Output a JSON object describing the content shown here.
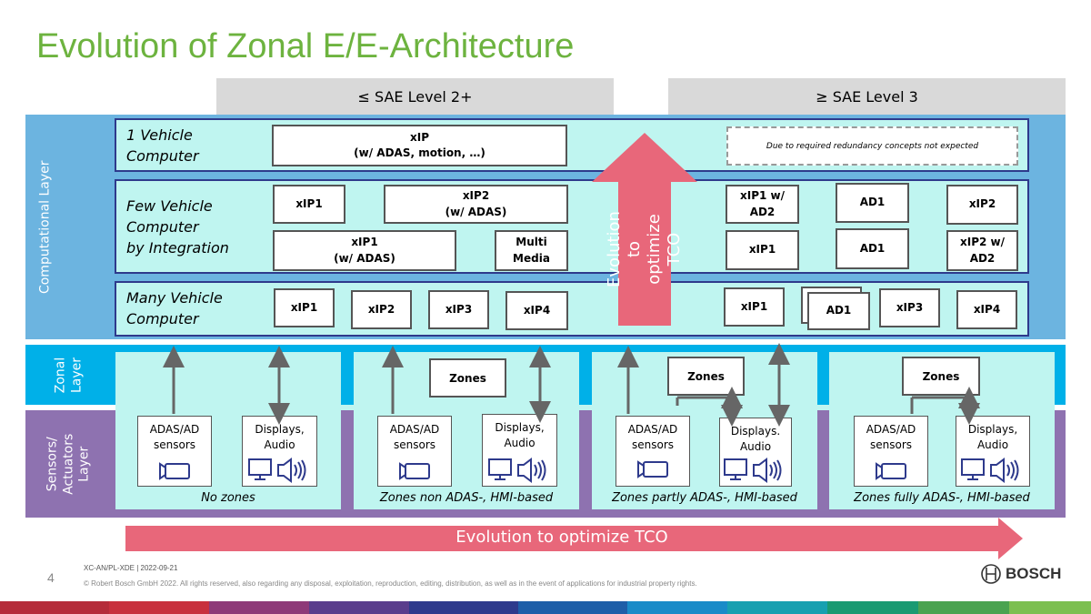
{
  "title": "Evolution of Zonal E/E-Architecture",
  "headers": {
    "left": "≤ SAE Level 2+",
    "right": "≥ SAE Level 3"
  },
  "layers": {
    "computational": "Computational Layer",
    "zonal": "Zonal\nLayer",
    "sensors": "Sensors/\nActuators\nLayer"
  },
  "rows": {
    "one": "1 Vehicle\nComputer",
    "few": "Few Vehicle\nComputer\nby Integration",
    "many": "Many Vehicle\nComputer"
  },
  "row1": {
    "xip": "xIP\n(w/ ADAS, motion, …)",
    "note": "Due to required redundancy concepts not expected"
  },
  "row2": {
    "left_xip1": "xIP1",
    "left_xip2": "xIP2\n(w/ ADAS)",
    "left_xip1_adas": "xIP1\n(w/ ADAS)",
    "left_mm": "Multi Media",
    "r_xip1_ad2": "xIP1 w/ AD2",
    "r_ad1_top": "AD1",
    "r_xip2": "xIP2",
    "r_xip1": "xIP1",
    "r_ad1_bot": "AD1",
    "r_xip2_ad2": "xIP2 w/ AD2"
  },
  "row3": {
    "l1": "xIP1",
    "l2": "xIP2",
    "l3": "xIP3",
    "l4": "xIP4",
    "r1": "xIP1",
    "r2": "AD1",
    "r3": "xIP3",
    "r4": "xIP4"
  },
  "vertical_arrow": "Evolution to\noptimize TCO",
  "bottom_arrow": "Evolution to optimize TCO",
  "panels": [
    {
      "adas": "ADAS/AD\nsensors",
      "disp": "Displays,\nAudio",
      "zones": "",
      "caption": "No zones"
    },
    {
      "adas": "ADAS/AD\nsensors",
      "disp": "Displays,\nAudio",
      "zones": "Zones",
      "caption": "Zones non ADAS-, HMI-based"
    },
    {
      "adas": "ADAS/AD\nsensors",
      "disp": "Displays.\nAudio",
      "zones": "Zones",
      "caption": "Zones partly ADAS-, HMI-based"
    },
    {
      "adas": "ADAS/AD\nsensors",
      "disp": "Displays,\nAudio",
      "zones": "Zones",
      "caption": "Zones fully ADAS-, HMI-based"
    }
  ],
  "footer": {
    "page": "4",
    "doc": "XC-AN/PL-XDE | 2022-09-21",
    "copyright": "© Robert Bosch GmbH 2022. All rights reserved, also regarding any disposal, exploitation, reproduction, editing, distribution, as well as in the event of applications for industrial property rights.",
    "brand": "BOSCH"
  },
  "colors": {
    "title": "#6db33f",
    "computational": "#6cb4e0",
    "zonal": "#00b0e8",
    "sensors": "#8e72b0",
    "row_fill": "#bff5f0",
    "arrow": "#e8677a",
    "row_border": "#2e3a8c"
  }
}
